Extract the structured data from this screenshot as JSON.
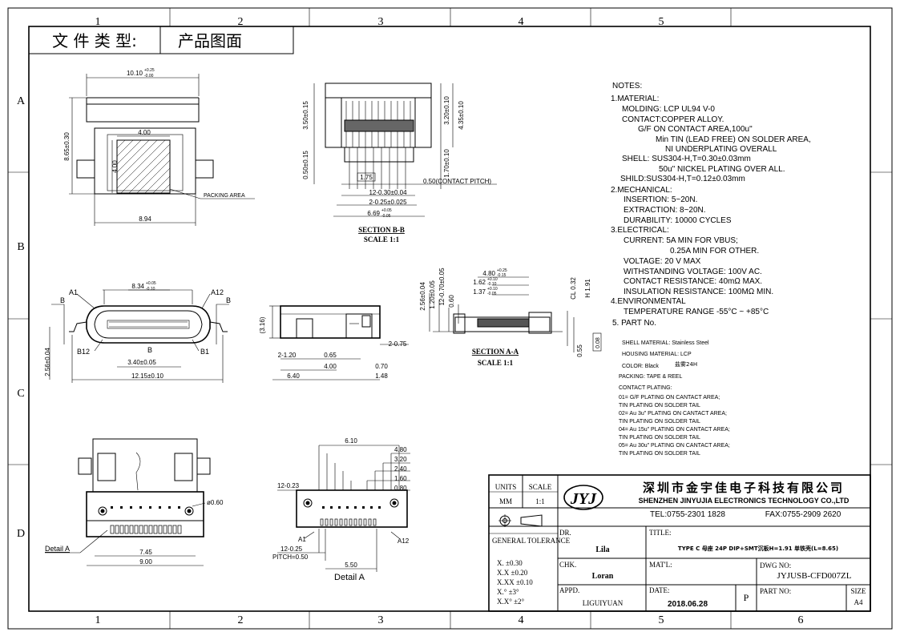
{
  "header": {
    "doc_type_label": "文 件 类 型:",
    "doc_type_value": "产品图面"
  },
  "border": {
    "columns": [
      "1",
      "2",
      "3",
      "4",
      "5",
      "6"
    ],
    "rows": [
      "A",
      "B",
      "C",
      "D"
    ]
  },
  "views": {
    "top_view": {
      "dims": [
        "10.10",
        "+0.25",
        "-0.00",
        "8.65±0.30",
        "4.00",
        "4.00",
        "8.94"
      ],
      "callout": "PACKING AREA"
    },
    "front_view": {
      "dims": [
        "8.34",
        "+0.05",
        "-0.10",
        "3.40±0.05",
        "12.15±0.10",
        "2.56±0.04"
      ],
      "pins": [
        "A1",
        "A12",
        "B12",
        "B1"
      ],
      "section_marks": [
        "B",
        "B",
        "B"
      ]
    },
    "side_view": {
      "dims": [
        "(3.16)",
        "2-1.20",
        "0.65",
        "4.00",
        "0.70",
        "6.40",
        "1.48",
        "2-0.75"
      ]
    },
    "bottom_view": {
      "dims": [
        "ø0.60",
        "7.45",
        "9.00"
      ],
      "callout": "Detail A"
    },
    "section_bb": {
      "title": "SECTION B-B",
      "scale": "SCALE 1:1",
      "dims": [
        "3.50±0.15",
        "0.50±0.15",
        "1.75",
        "12-0.30±0.04",
        "2-0.25±0.025",
        "6.69",
        "+0.05",
        "-0.05",
        "3.20±0.10",
        "4.35±0.10",
        "1.70±0.10",
        "0.50(CONTACT PITCH)"
      ]
    },
    "section_aa": {
      "title": "SECTION A-A",
      "scale": "SCALE 1:1",
      "dims": [
        "2.56±0.04",
        "1.20±0.05",
        "12-0.70±0.05",
        "0.60",
        "4.80",
        "+0.25",
        "-0.15",
        "1.62",
        "+0.10",
        "-0.10",
        "1.37",
        "+0.10",
        "-0.05",
        "CL 0.32",
        "H 1.91",
        "0.55",
        "0.08"
      ]
    },
    "detail_a": {
      "title": "Detail A",
      "dims": [
        "6.10",
        "4.80",
        "3.20",
        "2.40",
        "1.60",
        "0.80",
        "12-0.23",
        "12-0.25",
        "PITCH=0.50",
        "5.50"
      ],
      "pins": [
        "A1",
        "A12"
      ]
    }
  },
  "notes": {
    "heading": "NOTES:",
    "lines": [
      "1.MATERIAL:",
      "MOLDING: LCP UL94 V-0",
      "CONTACT:COPPER ALLOY.",
      "G/F ON CONTACT AREA,100u\"",
      "Min TIN (LEAD FREE) ON SOLDER AREA,",
      "NI UNDERPLATING OVERALL",
      "SHELL: SUS304-H,T=0.30±0.03mm",
      "50u\" NICKEL PLATING OVER ALL.",
      "SHILD:SUS304-H,T=0.12±0.03mm",
      "2.MECHANICAL:",
      "INSERTION: 5~20N.",
      "EXTRACTION: 8~20N.",
      "DURABILITY: 10000 CYCLES",
      "3.ELECTRICAL:",
      "CURRENT: 5A MIN FOR VBUS;",
      "0.25A MIN FOR OTHER.",
      "VOLTAGE: 20 V MAX",
      "WITHSTANDING VOLTAGE: 100V AC.",
      "CONTACT RESISTANCE: 40mΩ MAX.",
      "INSULATION RESISTANCE: 100MΩ MIN.",
      "4.ENVIRONMENTAL",
      "TEMPERATURE RANGE -55°C ~ +85°C",
      "5. PART No."
    ],
    "small": [
      "SHELL MATERIAL: Stainless Steel",
      "HOUSING MATERIAL: LCP",
      "COLOR: Black",
      "盐雾24H",
      "PACKING: TAPE & REEL",
      "CONTACT PLATING:",
      "01= G/F PLATING ON CANTACT AREA;",
      "TIN PLATING ON SOLDER TAIL",
      "02= Au 3u\" PLATING ON CANTACT AREA;",
      "TIN PLATING ON SOLDER TAIL",
      "04= Au 15u\" PLATING ON CANTACT AREA;",
      "TIN PLATING ON SOLDER TAIL",
      "05= Au 30u\" PLATING ON CANTACT AREA;",
      "TIN PLATING ON SOLDER TAIL"
    ]
  },
  "title_block": {
    "units_label": "UNITS",
    "units_value": "MM",
    "scale_label": "SCALE",
    "scale_value": "1:1",
    "logo": "JYJ",
    "company_cn": "深圳市金宇佳电子科技有限公司",
    "company_en": "SHENZHEN JINYUJIA ELECTRONICS TECHNOLOGY CO.,LTD",
    "tel": "TEL:0755-2301 1828",
    "fax": "FAX:0755-2909 2620",
    "dr_label": "DR.",
    "dr_value": "Lila",
    "title_label": "TITLE:",
    "title_value": "TYPE C 母座 24P DIP+SMT沉板H=1.91 单铁壳(L=8.65)",
    "general_tolerance": "GENERAL TOLERANCE",
    "tolerances": [
      "X.    ±0.30",
      "X.X   ±0.20",
      "X.XX  ±0.10",
      "X.°   ±3°",
      "X.X°  ±2°"
    ],
    "chk_label": "CHK.",
    "chk_value": "Loran",
    "matl_label": "MAT'L:",
    "dwg_label": "DWG NO:",
    "dwg_value": "JYJUSB-CFD007ZL",
    "appd_label": "APPD.",
    "appd_value": "LIGUIYUAN",
    "date_label": "DATE:",
    "date_value": "2018.06.28",
    "rev_value": "P",
    "part_label": "PART NO:",
    "size_label": "SIZE",
    "size_value": "A4"
  }
}
